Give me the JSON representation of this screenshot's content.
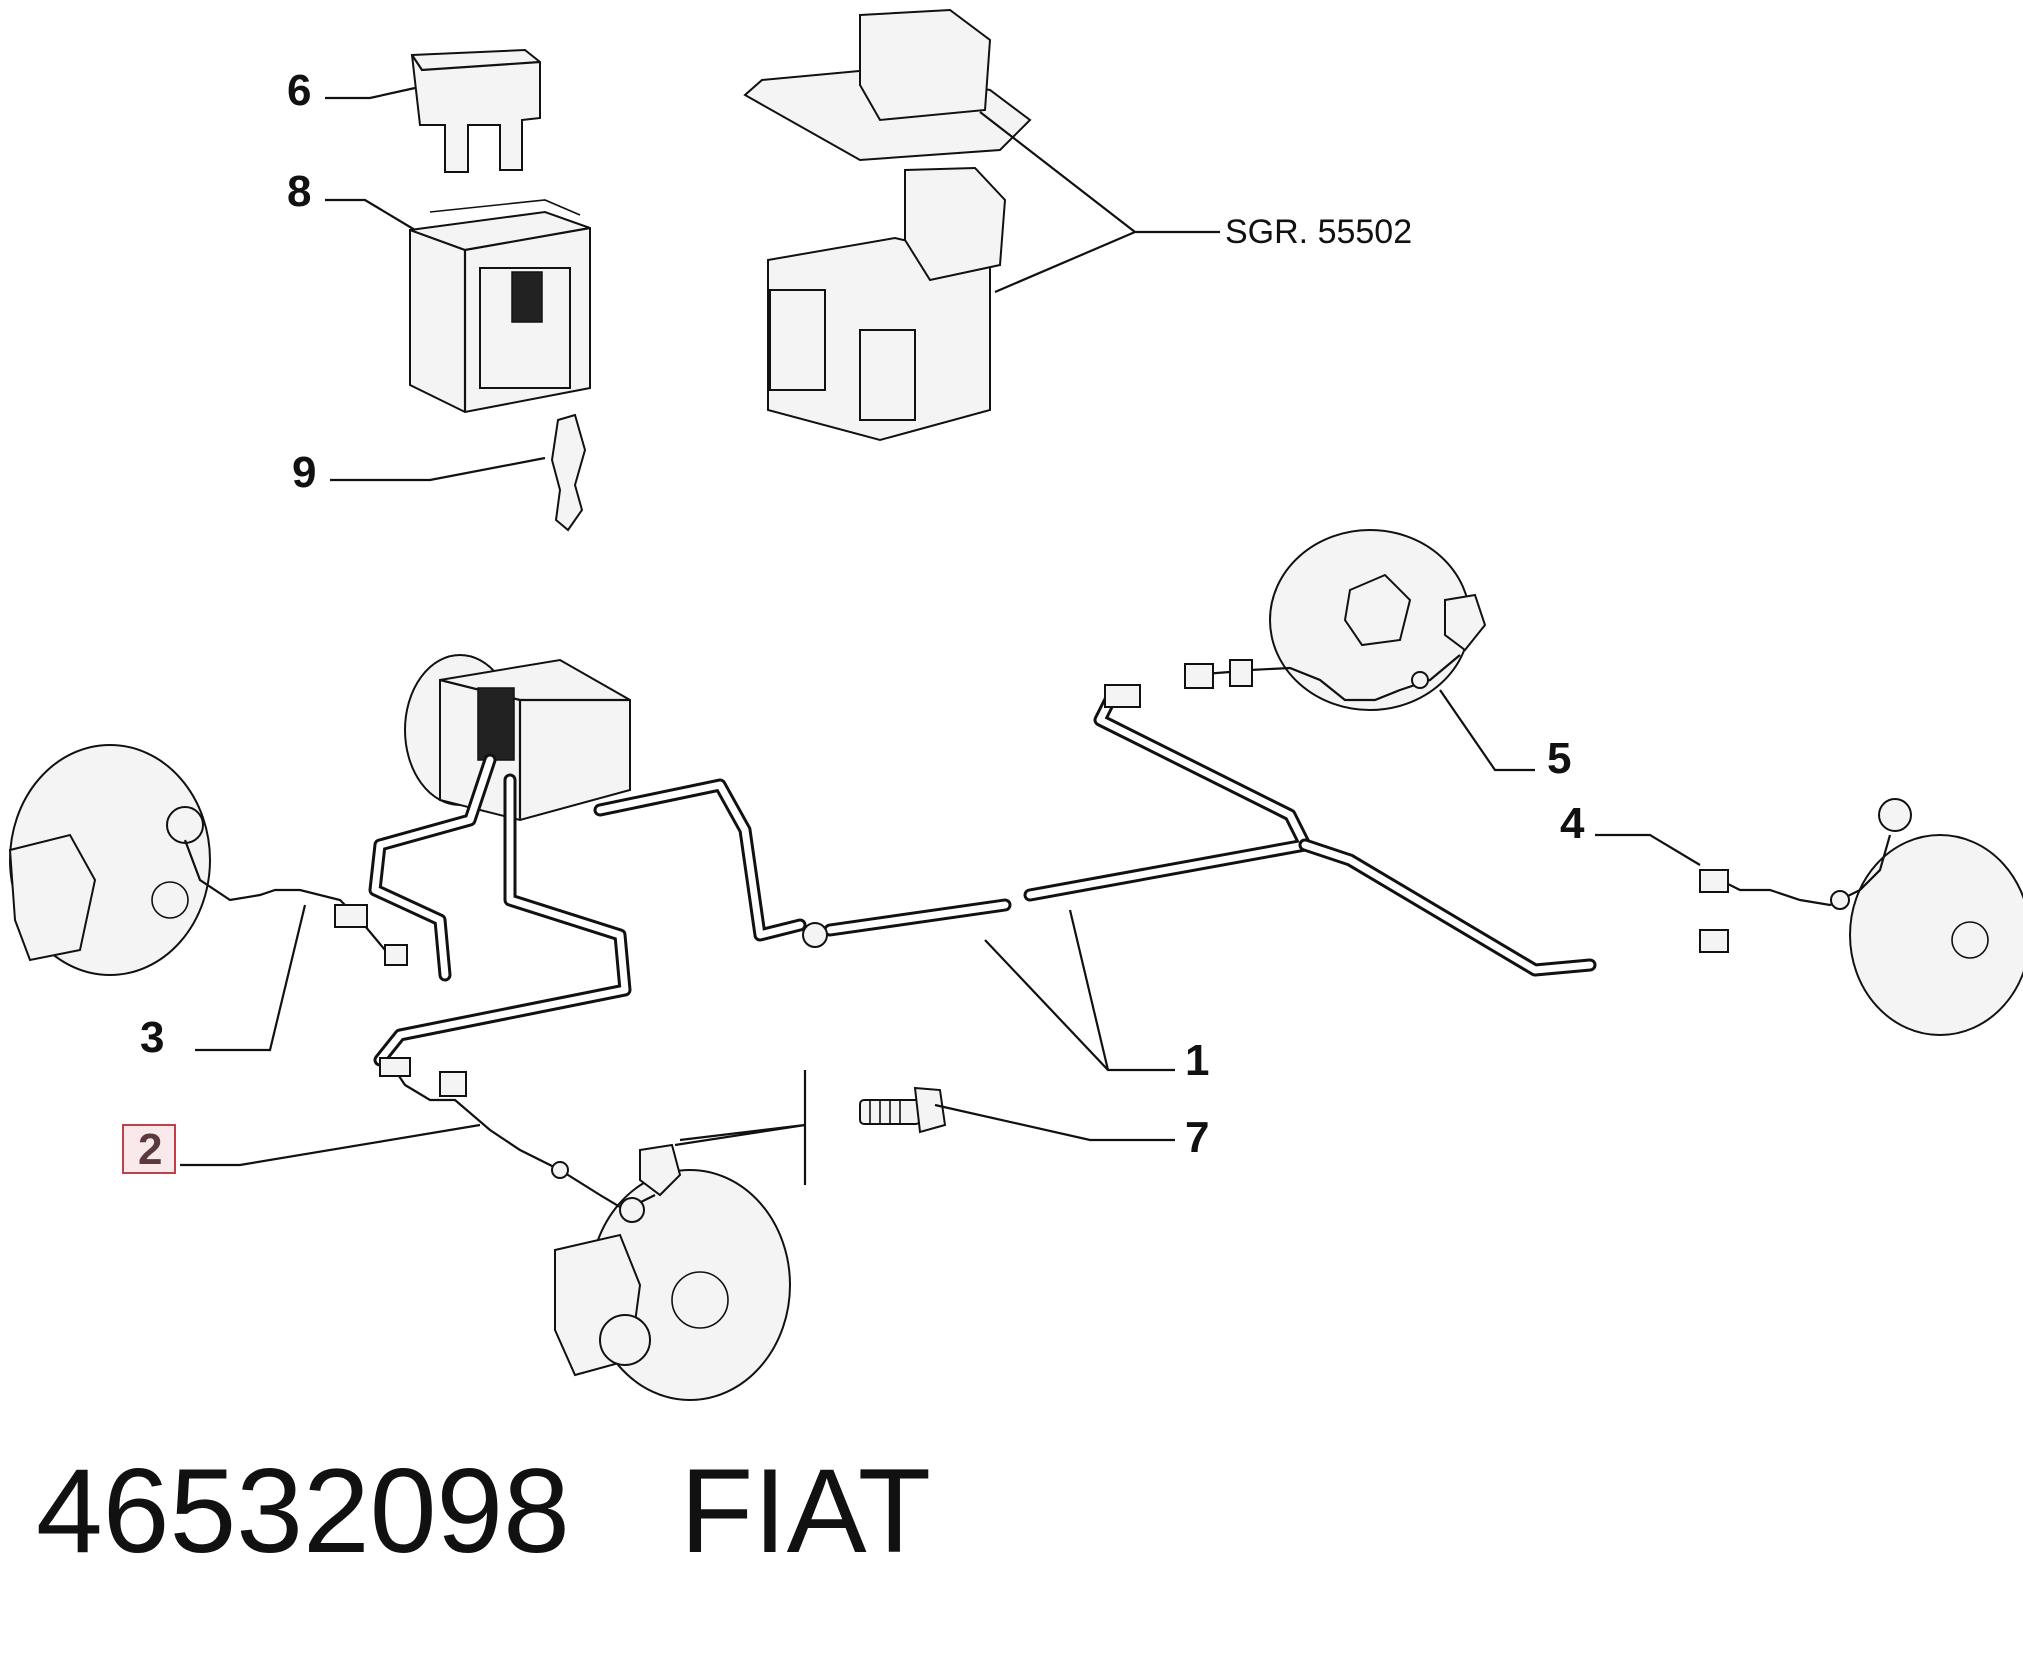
{
  "callouts": {
    "c1": "1",
    "c2": "2",
    "c3": "3",
    "c4": "4",
    "c5": "5",
    "c6": "6",
    "c7": "7",
    "c8": "8",
    "c9": "9"
  },
  "reference_label": "SGR. 55502",
  "part_number": "46532098",
  "brand": "FIAT",
  "highlighted_callout": "2",
  "highlight_color": "#c0404a"
}
